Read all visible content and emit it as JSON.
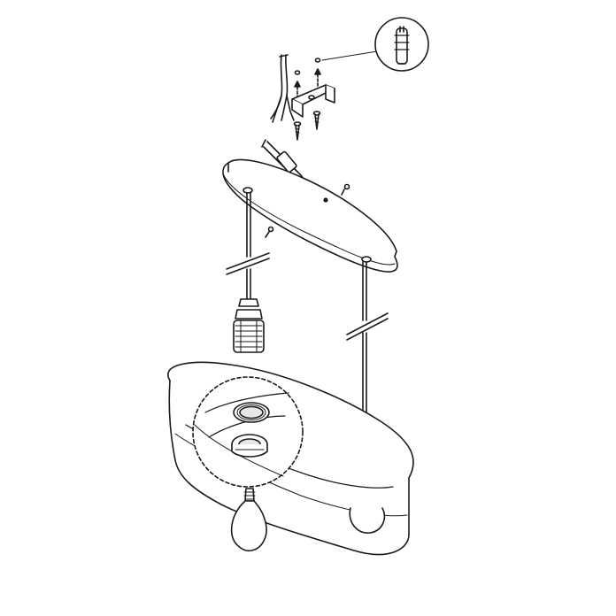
{
  "diagram": {
    "kind": "assembly-instruction",
    "colors": {
      "line": "#1a1a1a",
      "fill": "#ffffff",
      "shade": "#e6e6e6"
    },
    "parts": [
      "supply-wires",
      "wall-plug",
      "mounting-bracket",
      "screw",
      "ceiling-canopy",
      "suspension-rod",
      "lamp-socket",
      "socket-ring",
      "oval-shade",
      "light-bulb",
      "detail-magnifier"
    ]
  }
}
